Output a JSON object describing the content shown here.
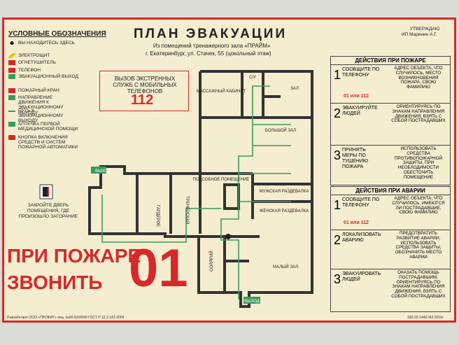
{
  "title": "ПЛАН ЭВАКУАЦИИ",
  "subtitle_line1": "Из помещений тренажерного зала «ПРАЙМ»",
  "subtitle_line2": "г. Екатеринбург, ул. Стачек, 55 (цокольный этаж)",
  "approval_line1": "УТВЕРЖДАЮ",
  "approval_line2": "ИП Маринин А.Г.",
  "legend": {
    "title": "УСЛОВНЫЕ ОБОЗНАЧЕНИЯ",
    "items": [
      {
        "label": "ВЫ НАХОДИТЕСЬ ЗДЕСЬ",
        "icon": "you-are-here-icon"
      },
      {
        "label": "ЭЛЕКТРОЩИТ",
        "icon": "electric-panel-icon"
      },
      {
        "label": "ОГНЕТУШИТЕЛЬ",
        "icon": "extinguisher-icon"
      },
      {
        "label": "ТЕЛЕФОН",
        "icon": "phone-icon"
      },
      {
        "label": "ЭВАКУАЦИОННЫЙ ВЫХОД",
        "icon": "exit-icon"
      },
      {
        "label": "ПОЖАРНЫЙ КРАН",
        "icon": "fire-hydrant-icon"
      },
      {
        "label": "НАПРАВЛЕНИЕ ДВИЖЕНИЯ К ЭВАКУАЦИОННОМУ ВЫХОДУ",
        "icon": "direction-arrow-icon"
      },
      {
        "label": "ПУТЬ К ЭВАКУАЦИОННОМУ ВЫХОДУ",
        "icon": "evac-path-icon"
      },
      {
        "label": "АПТЕЧКА ПЕРВОЙ МЕДИЦИНСКОЙ ПОМОЩИ",
        "icon": "first-aid-icon"
      },
      {
        "label": "КНОПКА ВКЛЮЧЕНИЯ СРЕДСТВ И СИСТЕМ ПОЖАРНОЙ АВТОМАТИКИ",
        "icon": "fire-button-icon"
      }
    ],
    "door_note": "ЗАКРОЙТЕ ДВЕРЬ ПОМЕЩЕНИЯ, ГДЕ ПРОИЗОШЛО ЗАГОРАНИЕ"
  },
  "emergency": {
    "label": "ВЫЗОВ ЭКСТРЕННЫХ СЛУЖБ С МОБИЛЬНЫХ ТЕЛЕФОНОВ",
    "number": "112"
  },
  "rooms": {
    "massage": "МАССАЖНЫЙ КАБИНЕТ",
    "wc": "С/У",
    "hall": "ЗАЛ",
    "big_hall": "БОЛЬШОЙ ЗАЛ",
    "utility": "ПОДСОБНОЕ ПОМЕЩЕНИЕ",
    "men": "МУЖСКАЯ РАЗДЕВАЛКА",
    "women": "ЖЕНСКАЯ РАЗДЕВАЛКА",
    "wardrobe": "ГАРДЕРОБ",
    "coach": "ТРЕНЕРСКАЯ",
    "solarium": "СОЛЯРИЙ",
    "small_hall": "МАЛЫЙ ЗАЛ",
    "exit_top": "ВЫХОД",
    "exit_bottom": "ВЫХОД"
  },
  "fire_panel": {
    "title": "ДЕЙСТВИЯ ПРИ ПОЖАРЕ",
    "steps": [
      {
        "num": "1",
        "head": "СООБЩИТЕ ПО ТЕЛЕФОНУ",
        "desc": "АДРЕС ОБЪЕКТА, ЧТО СЛУЧИЛОСЬ, МЕСТО ВОЗНИКНОВЕНИЯ ПОЖАРА, СВОЮ ФАМИЛИЮ",
        "extra": "01 или 112"
      },
      {
        "num": "2",
        "head": "ЭВАКУИРУЙТЕ ЛЮДЕЙ",
        "desc": "ОРИЕНТИРУЯСЬ ПО ЗНАКАМ НАПРАВЛЕНИЯ ДВИЖЕНИЯ, ВЗЯТЬ С СОБОЙ ПОСТРАДАВШИХ",
        "extra": ""
      },
      {
        "num": "3",
        "head": "ПРИНЯТЬ МЕРЫ ПО ТУШЕНИЮ ПОЖАРА",
        "desc": "ИСПОЛЬЗОВАТЬ СРЕДСТВА ПРОТИВОПОЖАРНОЙ ЗАЩИТЫ, ПРИ НЕОБХОДИМОСТИ ОБЕСТОЧИТЬ ПОМЕЩЕНИЕ",
        "extra": ""
      }
    ]
  },
  "accident_panel": {
    "title": "ДЕЙСТВИЯ ПРИ АВАРИИ",
    "steps": [
      {
        "num": "1",
        "head": "СООБЩИТЕ ПО ТЕЛЕФОНУ",
        "desc": "АДРЕС ОБЪЕКТА, ЧТО СЛУЧИЛОСЬ, ИМЕЮТСЯ ЛИ ПОСТРАДАВШИЕ, СВОЮ ФАМИЛИЮ",
        "extra": "01 или 112"
      },
      {
        "num": "2",
        "head": "ЛОКАЛИЗОВАТЬ АВАРИЮ",
        "desc": "ПРЕДОТВРАТИТЬ РАЗВИТИЕ АВАРИИ, ИСПОЛЬЗОВАТЬ СРЕДСТВА ЗАЩИТЫ, ОБОЗНАЧИТЬ МЕСТО АВАРИИ",
        "extra": ""
      },
      {
        "num": "3",
        "head": "ЭВАКУИРОВАТЬ ЛЮДЕЙ",
        "desc": "ОКАЗАТЬ ПОМОЩЬ ПОСТРАДАВШИМ, ОРИЕНТИРУЯСЬ ПО ЗНАКАМ НАПРАВЛЕНИЯ ДВИЖЕНИЯ, ВЗЯТЬ С СОБОЙ ПОСТРАДАВШИХ",
        "extra": ""
      }
    ]
  },
  "big_call": {
    "line1": "ПРИ ПОЖАРЕ",
    "line2": "ЗВОНИТЬ",
    "number": "01"
  },
  "footer_left": "Разработано ООО «ПРОФИТ» лиц. №66-Б/00090 ГОСТ Р 12.2.143-2009",
  "footer_right": "180-20-1440-Ж3 2016г."
}
